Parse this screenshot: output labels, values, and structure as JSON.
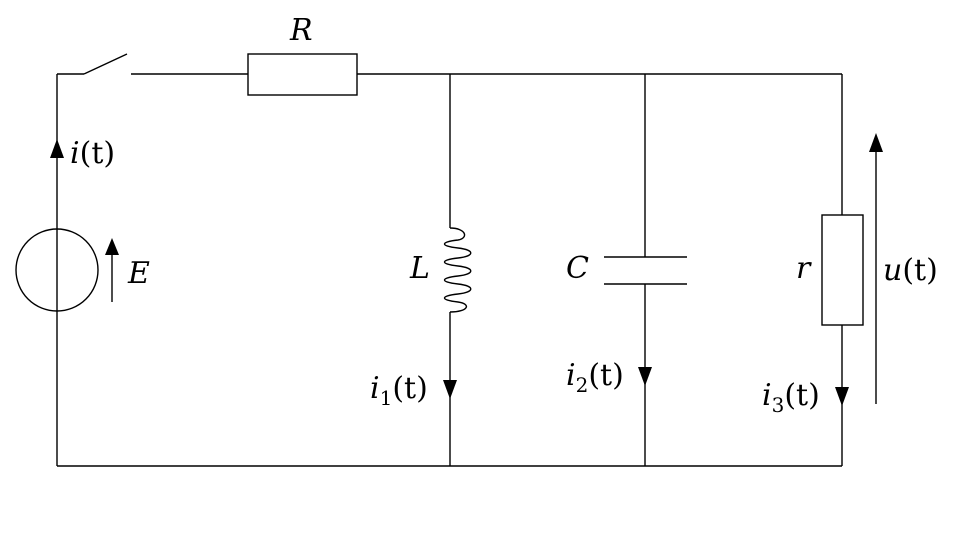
{
  "labels": {
    "R": "R",
    "L": "L",
    "C": "C",
    "r": "r",
    "E": "E",
    "i": "i",
    "i1": "i",
    "i1_sub": "1",
    "i2": "i",
    "i2_sub": "2",
    "i3": "i",
    "i3_sub": "3",
    "u": "u",
    "t_arg": "(t)"
  },
  "components": {
    "switch_state": "open",
    "source": "E",
    "series_resistor": "R",
    "parallel_branches": [
      "L",
      "C",
      "r"
    ]
  }
}
